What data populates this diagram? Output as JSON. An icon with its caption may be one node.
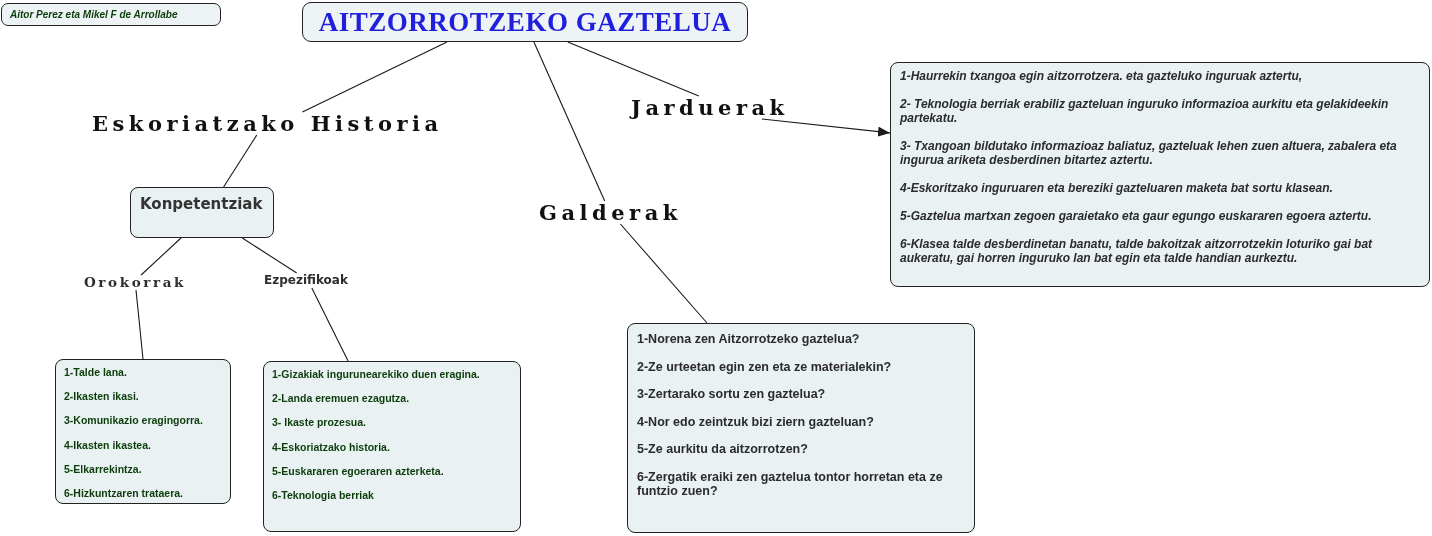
{
  "diagram": {
    "nodes": [
      {
        "text": [
          "Aitor Perez eta Mikel F de Arrollabe"
        ]
      },
      {
        "text": [
          "AITZORROTZEKO GAZTELUA"
        ]
      },
      {
        "text": [
          "Eskoriatzako Historia"
        ]
      },
      {
        "text": [
          "Jarduerak"
        ]
      },
      {
        "text": [
          "Galderak"
        ]
      },
      {
        "text": [
          "1-Haurrekin txangoa egin aitzorrotzera. eta gazteluko inguruak aztertu,",
          "2- Teknologia berriak erabiliz gazteluan inguruko informazioa aurkitu eta gelakideekin partekatu.",
          "3- Txangoan bildutako informazioaz baliatuz, gazteluak lehen zuen altuera, zabalera eta ingurua ariketa desberdinen bitartez aztertu.",
          "4-Eskoritzako inguruaren eta bereziki gazteluaren maketa bat sortu klasean.",
          "5-Gaztelua martxan zegoen garaietako eta gaur egungo euskararen egoera aztertu.",
          "6-Klasea talde desberdinetan banatu, talde bakoitzak aitzorrotzekin loturiko gai bat aukeratu, gai horren inguruko lan bat egin eta talde handian aurkeztu."
        ]
      },
      {
        "text": [
          "Konpetentziak"
        ]
      },
      {
        "text": [
          "Orokorrak"
        ]
      },
      {
        "text": [
          "Ezpezifikoak"
        ]
      },
      {
        "text": [
          "1-Talde lana.",
          "2-Ikasten ikasi.",
          "3-Komunikazio eragingorra.",
          "4-Ikasten ikastea.",
          "5-Elkarrekintza.",
          "6-Hizkuntzaren trataera."
        ]
      },
      {
        "text": [
          "1-Gizakiak ingurunearekiko duen eragina.",
          "2-Landa eremuen ezagutza.",
          "3- Ikaste prozesua.",
          "4-Eskoriatzako historia.",
          "5-Euskararen egoeraren azterketa.",
          "6-Teknologia berriak"
        ]
      },
      {
        "text": [
          "1-Norena zen Aitzorrotzeko gaztelua?",
          "2-Ze urteetan egin zen eta ze materialekin?",
          "3-Zertarako sortu zen gaztelua?",
          "4-Nor edo zeintzuk bizi ziern gazteluan?",
          "5-Ze aurkitu da aitzorrotzen?",
          "6-Zergatik eraiki zen gaztelua tontor horretan eta ze funtzio zuen?"
        ]
      }
    ],
    "edges": [
      {
        "from": 1,
        "to": 2,
        "arrow": "none"
      },
      {
        "from": 1,
        "to": 3,
        "arrow": "none"
      },
      {
        "from": 1,
        "to": 4,
        "arrow": "none"
      },
      {
        "from": 4,
        "to": 11,
        "arrow": "none"
      },
      {
        "from": 3,
        "to": 5,
        "arrow": "to"
      },
      {
        "from": 2,
        "to": 6,
        "arrow": "none"
      },
      {
        "from": 6,
        "to": 7,
        "arrow": "none"
      },
      {
        "from": 6,
        "to": 8,
        "arrow": "none"
      },
      {
        "from": 7,
        "to": 9,
        "arrow": "none"
      },
      {
        "from": 8,
        "to": 10,
        "arrow": "none"
      }
    ]
  }
}
